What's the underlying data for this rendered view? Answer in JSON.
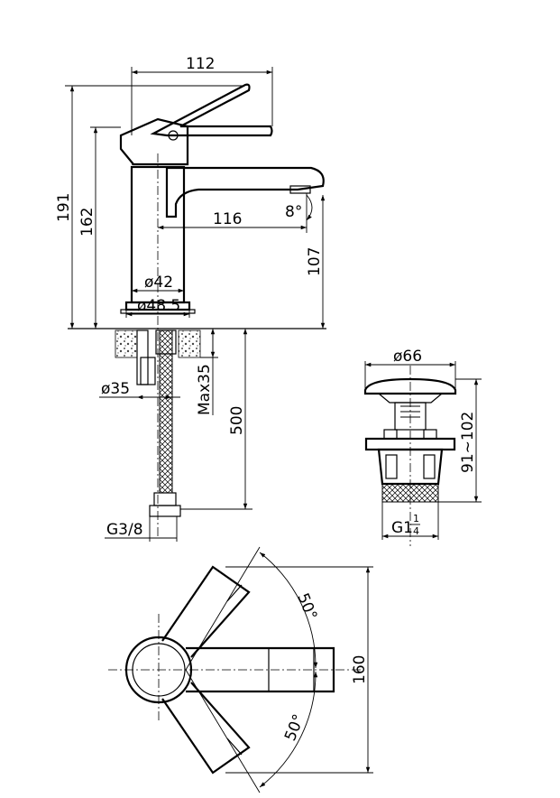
{
  "drawing": {
    "side_view": {
      "dim_overall_width": "112",
      "dim_overall_height": "191",
      "dim_body_height": "162",
      "dim_spout_reach": "116",
      "dim_spout_height": "107",
      "dim_body_diameter": "ø42",
      "dim_base_diameter": "ø48.5",
      "dim_tail_diameter": "ø35",
      "dim_max_thickness": "Max35",
      "dim_hose_length": "500",
      "dim_hose_thread": "G3/8",
      "dim_spout_angle": "8°"
    },
    "waste_view": {
      "dim_cap_diameter": "ø66",
      "dim_height_range": "91~102",
      "dim_thread": "G1",
      "dim_thread_fraction_num": "1",
      "dim_thread_fraction_den": "4"
    },
    "top_view": {
      "dim_depth": "160",
      "dim_angle_top": "50°",
      "dim_angle_bottom": "50°"
    }
  }
}
